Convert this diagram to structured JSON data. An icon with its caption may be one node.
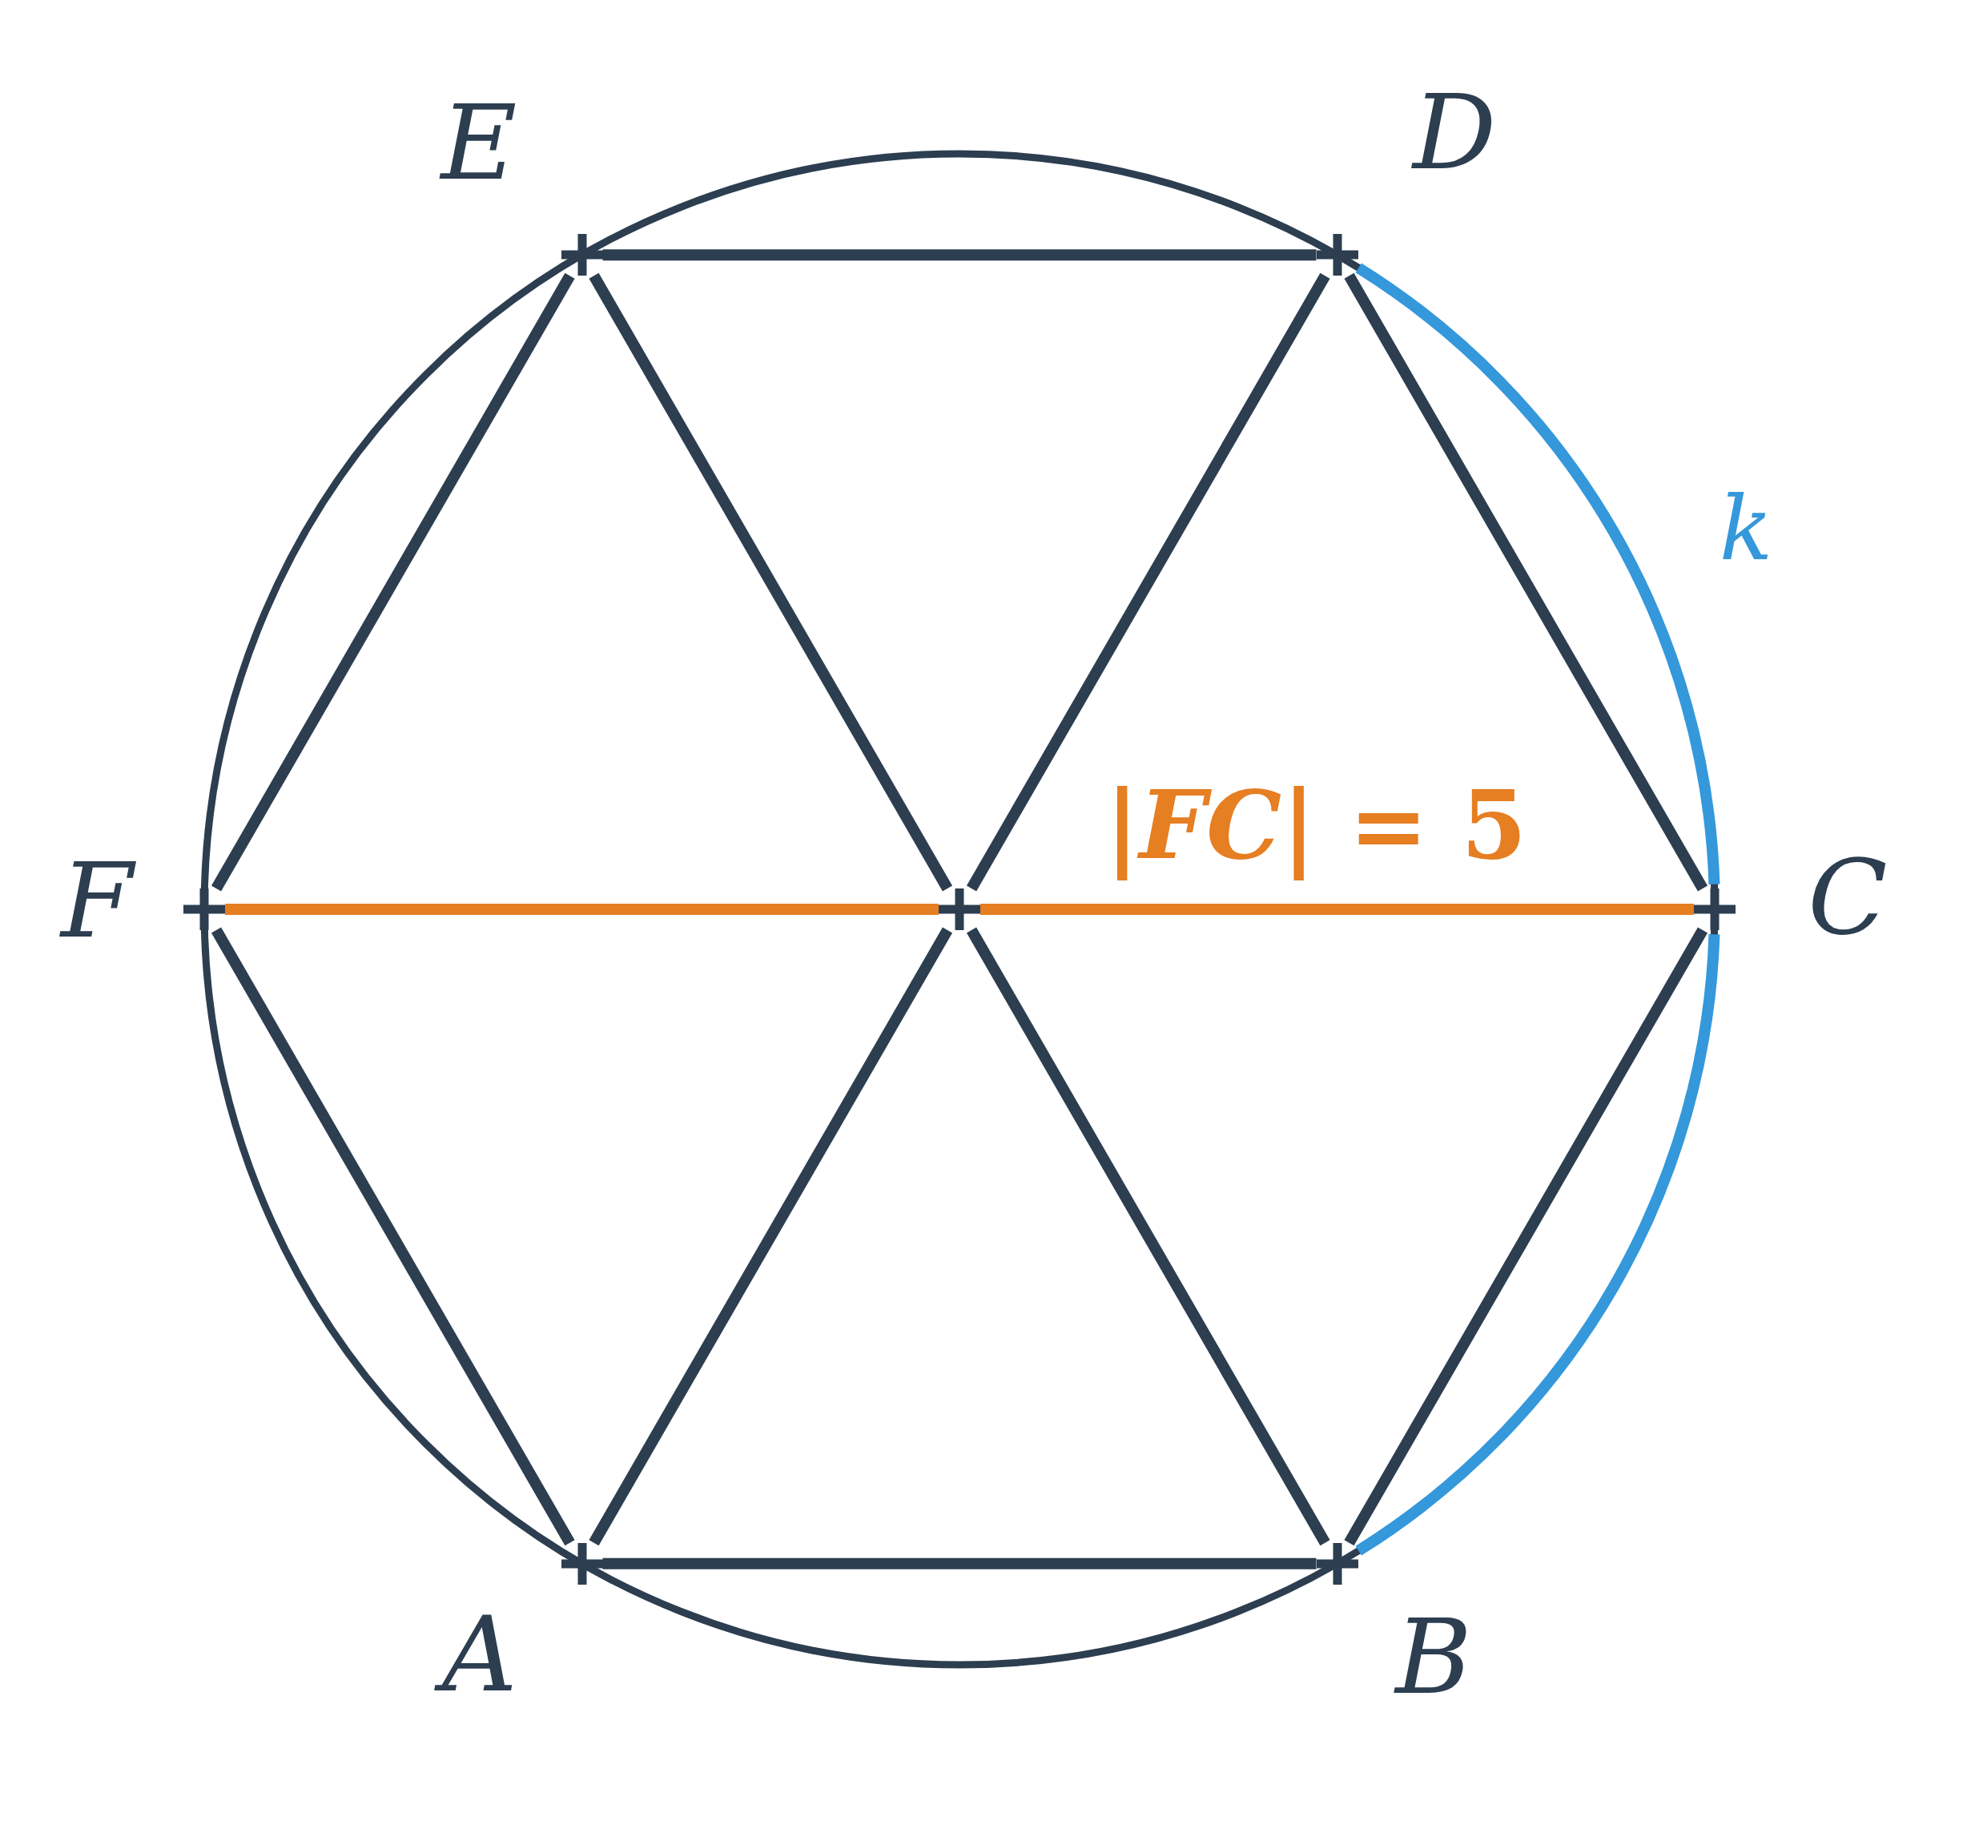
{
  "diagram": {
    "nodes": [
      {
        "text": [],
        "shape": "cross"
      },
      {
        "text": [],
        "shape": "cross"
      },
      {
        "text": [],
        "shape": "cross"
      },
      {
        "text": [],
        "shape": "cross"
      },
      {
        "text": [],
        "shape": "cross"
      },
      {
        "text": [],
        "shape": "cross"
      },
      {
        "text": [],
        "shape": "cross"
      }
    ],
    "edges": [
      {
        "from": 0,
        "to": 1,
        "arrow": "none"
      },
      {
        "from": 1,
        "to": 4,
        "arrow": "none"
      },
      {
        "from": 4,
        "to": 6,
        "arrow": "none"
      },
      {
        "from": 6,
        "to": 5,
        "arrow": "none"
      },
      {
        "from": 5,
        "to": 2,
        "arrow": "none"
      },
      {
        "from": 2,
        "to": 0,
        "arrow": "none"
      },
      {
        "from": 3,
        "to": 0,
        "arrow": "none"
      },
      {
        "from": 3,
        "to": 1,
        "arrow": "none"
      },
      {
        "from": 3,
        "to": 5,
        "arrow": "none"
      },
      {
        "from": 3,
        "to": 6,
        "arrow": "none"
      },
      {
        "from": 2,
        "to": 3,
        "arrow": "none",
        "color": "#e67e22"
      },
      {
        "from": 3,
        "to": 4,
        "arrow": "none",
        "color": "#e67e22",
        "label": "|*FC*| = 5"
      },
      {
        "from": 1,
        "to": 4,
        "arrow": "none",
        "color": "#3498db",
        "label": "k"
      },
      {
        "from": 4,
        "to": 6,
        "arrow": "none",
        "color": "#3498db"
      }
    ],
    "labels": [
      "E",
      "D",
      "F",
      "C",
      "A",
      "B"
    ]
  }
}
